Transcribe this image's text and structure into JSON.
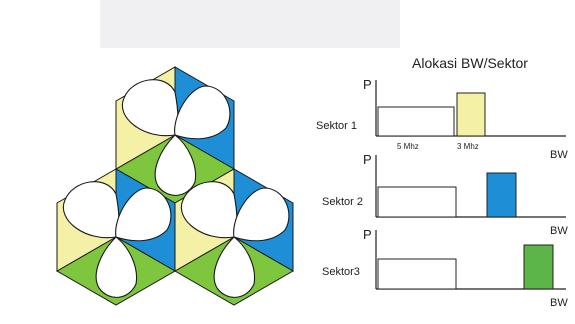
{
  "title": "Alokasi BW/Sektor",
  "y_axis_label": "P",
  "x_axis_label": "BW",
  "sectors": [
    {
      "label": "Sektor 1",
      "color": "#f4f0a6",
      "bar_label_left": "5 Mhz",
      "bar_label_right": "3 Mhz"
    },
    {
      "label": "Sektor 2",
      "color": "#1e8fd6"
    },
    {
      "label": "Sektor3",
      "color": "#5bb548"
    }
  ],
  "colors": {
    "sector1": "#f4f0a6",
    "sector2": "#1e8fd6",
    "sector3": "#7ec63d"
  }
}
